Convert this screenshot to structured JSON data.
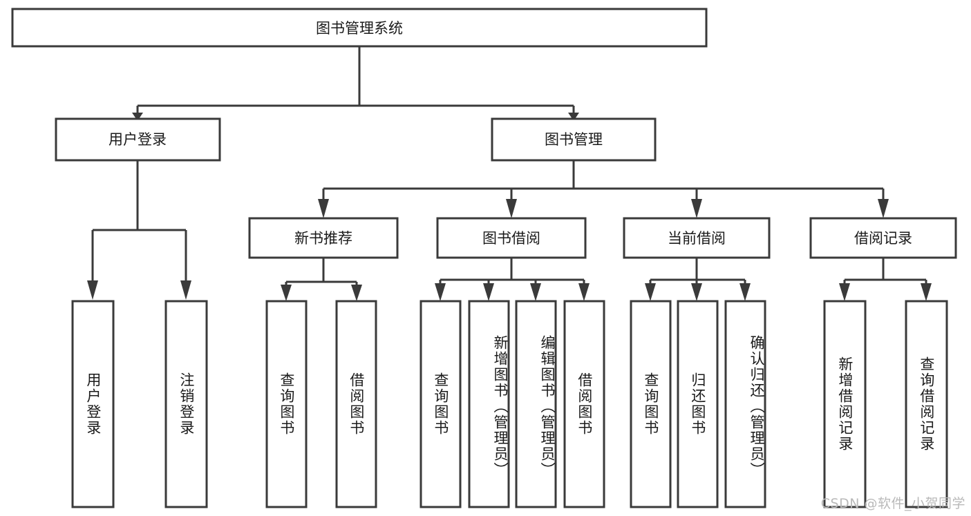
{
  "diagram": {
    "type": "tree-hierarchy",
    "title": "图书管理系统",
    "nodes": {
      "root": {
        "label": "图书管理系统"
      },
      "level1": [
        {
          "id": "user-login",
          "label": "用户登录"
        },
        {
          "id": "book-management",
          "label": "图书管理"
        }
      ],
      "level2": [
        {
          "id": "new-book-recommend",
          "label": "新书推荐",
          "parent": "book-management"
        },
        {
          "id": "book-borrow",
          "label": "图书借阅",
          "parent": "book-management"
        },
        {
          "id": "current-borrow",
          "label": "当前借阅",
          "parent": "book-management"
        },
        {
          "id": "borrow-record",
          "label": "借阅记录",
          "parent": "book-management"
        }
      ],
      "leaves": [
        {
          "id": "leaf-user-login",
          "label": "用户登录",
          "parent": "user-login"
        },
        {
          "id": "leaf-logout",
          "label": "注销登录",
          "parent": "user-login"
        },
        {
          "id": "leaf-query-book-1",
          "label": "查询图书",
          "parent": "new-book-recommend"
        },
        {
          "id": "leaf-borrow-book-1",
          "label": "借阅图书",
          "parent": "new-book-recommend"
        },
        {
          "id": "leaf-query-book-2",
          "label": "查询图书",
          "parent": "book-borrow"
        },
        {
          "id": "leaf-add-book",
          "label": "新增图书（管理员）",
          "parent": "book-borrow"
        },
        {
          "id": "leaf-edit-book",
          "label": "编辑图书（管理员）",
          "parent": "book-borrow"
        },
        {
          "id": "leaf-borrow-book-2",
          "label": "借阅图书",
          "parent": "book-borrow"
        },
        {
          "id": "leaf-query-book-3",
          "label": "查询图书",
          "parent": "current-borrow"
        },
        {
          "id": "leaf-return-book",
          "label": "归还图书",
          "parent": "current-borrow"
        },
        {
          "id": "leaf-confirm-return",
          "label": "确认归还（管理员）",
          "parent": "current-borrow"
        },
        {
          "id": "leaf-add-record",
          "label": "新增借阅记录",
          "parent": "borrow-record"
        },
        {
          "id": "leaf-query-record",
          "label": "查询借阅记录",
          "parent": "borrow-record"
        }
      ]
    },
    "colors": {
      "stroke": "#3a3a3a",
      "fill": "#ffffff",
      "text": "#1a1a1a",
      "watermark": "#b9b9b9"
    }
  },
  "watermark": {
    "text": "CSDN @软件_小贺同学"
  }
}
